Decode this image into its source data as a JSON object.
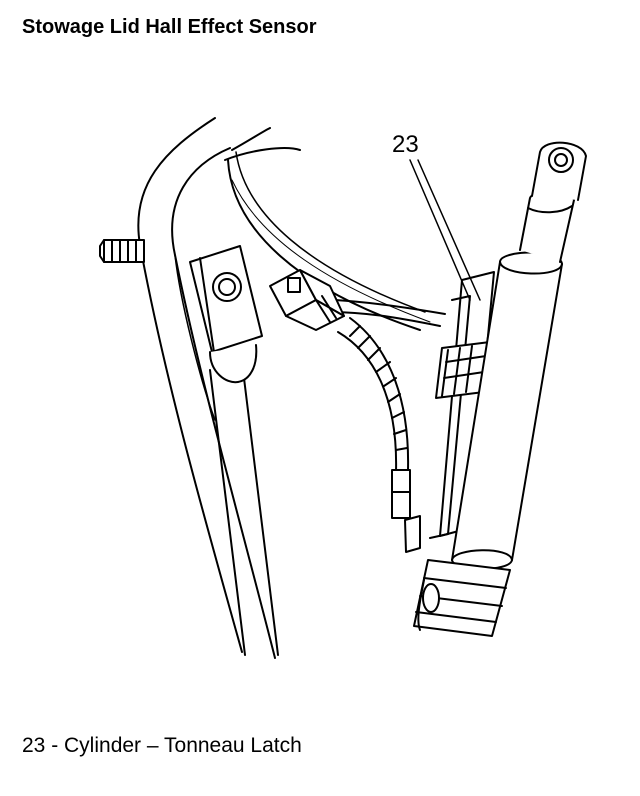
{
  "title": "Stowage Lid Hall Effect Sensor",
  "callout": {
    "number": "23"
  },
  "legend": {
    "text": "23 - Cylinder – Tonneau Latch"
  }
}
